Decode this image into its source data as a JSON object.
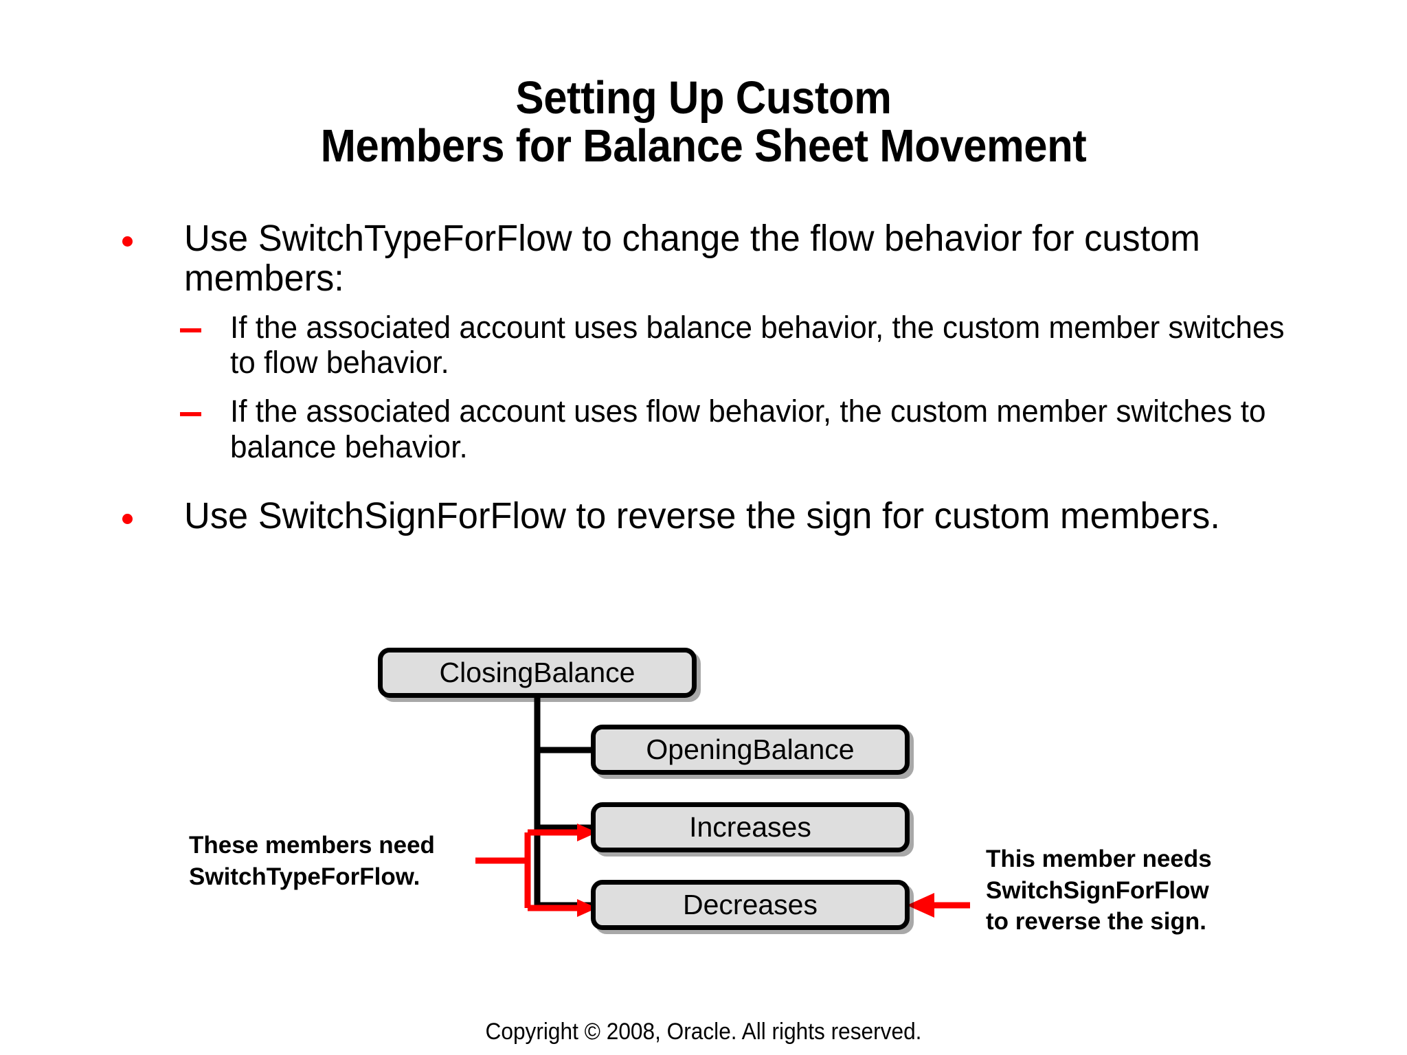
{
  "title": {
    "line1": "Setting Up Custom",
    "line2": "Members for Balance Sheet Movement"
  },
  "content": {
    "bullet1": "Use SwitchTypeForFlow to change the flow behavior for custom members:",
    "sub1": "If the associated account uses balance behavior, the custom member switches to flow behavior.",
    "sub2": "If the associated account uses flow behavior, the custom member switches to balance behavior.",
    "bullet2": "Use SwitchSignForFlow to reverse the sign for custom members."
  },
  "diagram": {
    "nodes": [
      {
        "id": "closing",
        "label": "ClosingBalance"
      },
      {
        "id": "opening",
        "label": "OpeningBalance"
      },
      {
        "id": "increase",
        "label": "Increases"
      },
      {
        "id": "decrease",
        "label": "Decreases"
      }
    ],
    "annotation_left": {
      "line1": "These members need",
      "line2": "SwitchTypeForFlow."
    },
    "annotation_right": {
      "line1": "This member needs",
      "line2": "SwitchSignForFlow",
      "line3": "to reverse the sign."
    }
  },
  "footer": {
    "copyright": "Copyright © 2008, Oracle. All rights reserved."
  },
  "colors": {
    "bullet_red": "#ff0000",
    "node_fill": "#dedede",
    "node_border": "#000000",
    "text": "#000000",
    "background": "#ffffff"
  }
}
